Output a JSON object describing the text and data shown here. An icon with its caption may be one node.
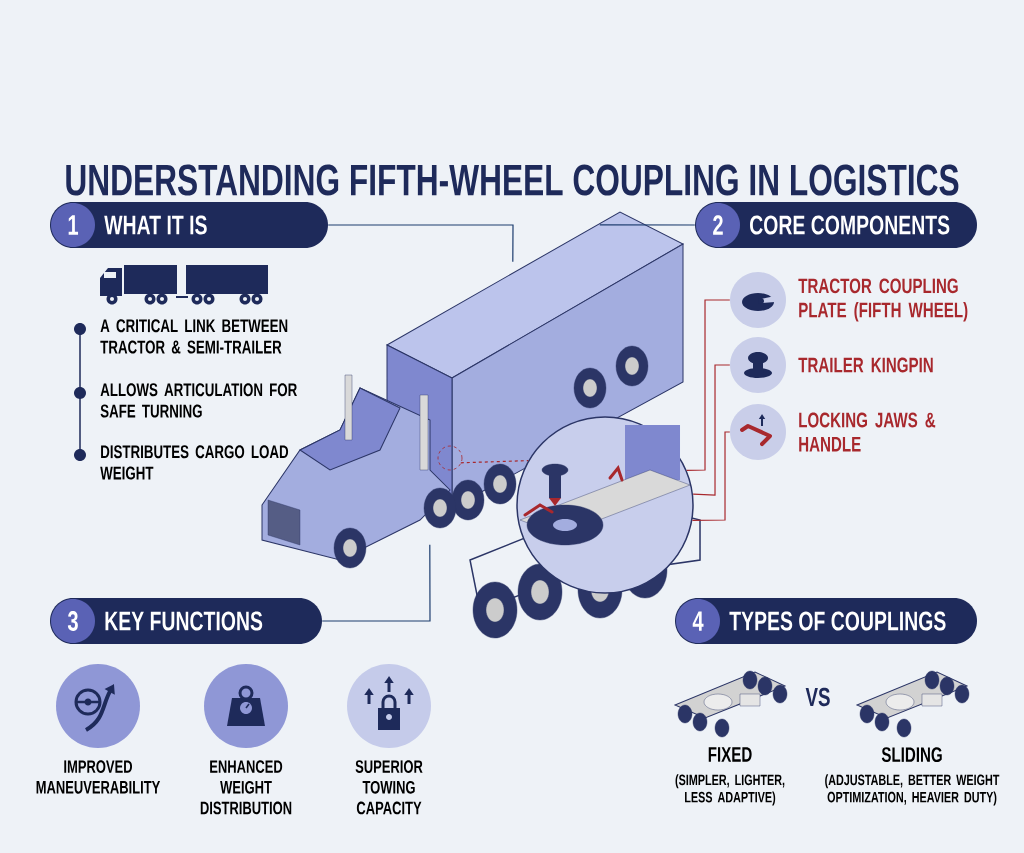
{
  "diagram": {
    "title": "UNDERSTANDING FIFTH-WHEEL COUPLING IN LOGISTICS",
    "nodes": [
      {
        "text": [
          "1",
          "WHAT IT IS"
        ]
      },
      {
        "text": [
          "2",
          "CORE COMPONENTS"
        ]
      },
      {
        "text": [
          "3",
          "KEY FUNCTIONS"
        ]
      },
      {
        "text": [
          "4",
          "TYPES OF COUPLINGS"
        ]
      },
      {
        "text": [],
        "shape": "picture"
      },
      {
        "text": [],
        "shape": "picture"
      },
      {
        "text": [],
        "shape": "circle",
        "beside": [
          "TRACTOR COUPLING PLATE (FIFTH WHEEL)"
        ]
      },
      {
        "text": [],
        "shape": "circle",
        "beside": [
          "TRAILER KINGPIN"
        ]
      },
      {
        "text": [],
        "shape": "circle",
        "beside": [
          "LOCKING JAWS & HANDLE"
        ]
      },
      {
        "text": [],
        "shape": "circle",
        "beside": [
          "IMPROVED MANEUVERABILITY"
        ]
      },
      {
        "text": [],
        "shape": "circle",
        "beside": [
          "ENHANCED WEIGHT DISTRIBUTION"
        ]
      },
      {
        "text": [],
        "shape": "circle",
        "beside": [
          "SUPERIOR TOWING CAPACITY"
        ]
      },
      {
        "text": [],
        "shape": "picture",
        "beside": [
          "FIXED",
          "(SIMPLER, LIGHTER, LESS ADAPTIVE)"
        ]
      },
      {
        "text": [],
        "shape": "picture",
        "beside": [
          "SLIDING",
          "(ADJUSTABLE, BETTER WEIGHT OPTIMIZATION, HEAVIER DUTY)"
        ]
      }
    ],
    "edges": [
      {
        "from": 0,
        "to": 4,
        "arrow": "none",
        "color": "#2b3566"
      },
      {
        "from": 1,
        "to": 4,
        "arrow": "none",
        "color": "#2b3566"
      },
      {
        "from": 2,
        "to": 4,
        "arrow": "none",
        "color": "#2b3566"
      },
      {
        "from": 4,
        "to": 5,
        "arrow": "none",
        "style": "dashed"
      },
      {
        "from": 6,
        "to": 5,
        "arrow": "none"
      },
      {
        "from": 7,
        "to": 5,
        "arrow": "none"
      },
      {
        "from": 8,
        "to": 5,
        "arrow": "none"
      }
    ],
    "labels": [
      "A CRITICAL LINK BETWEEN TRACTOR & SEMI-TRAILER",
      "ALLOWS ARTICULATION FOR SAFE TURNING",
      "DISTRIBUTES CARGO LOAD WEIGHT",
      "VS"
    ]
  }
}
